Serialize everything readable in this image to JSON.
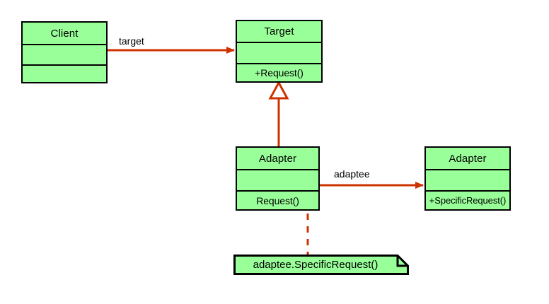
{
  "diagram": {
    "title": "Adapter pattern UML class diagram",
    "background": "#ffffff",
    "fill_color": "#99ff99",
    "stroke_color": "#000000",
    "relation_color": "#cc3300"
  },
  "classes": {
    "client": {
      "name": "Client",
      "attributes": "",
      "operations": ""
    },
    "target": {
      "name": "Target",
      "attributes": "",
      "operations": "+Request()"
    },
    "adapter": {
      "name": "Adapter",
      "attributes": "",
      "operations": "Request()"
    },
    "adaptee": {
      "name": "Adapter",
      "attributes": "",
      "operations": "+SpecificRequest()"
    }
  },
  "note": {
    "text": "adaptee.SpecificRequest()"
  },
  "relations": {
    "client_to_target": {
      "label": "target",
      "kind": "association-arrow"
    },
    "adapter_to_adaptee": {
      "label": "adaptee",
      "kind": "association-arrow"
    },
    "adapter_to_target": {
      "label": "",
      "kind": "generalization"
    },
    "adapter_to_note": {
      "label": "",
      "kind": "dependency-dashed"
    }
  }
}
